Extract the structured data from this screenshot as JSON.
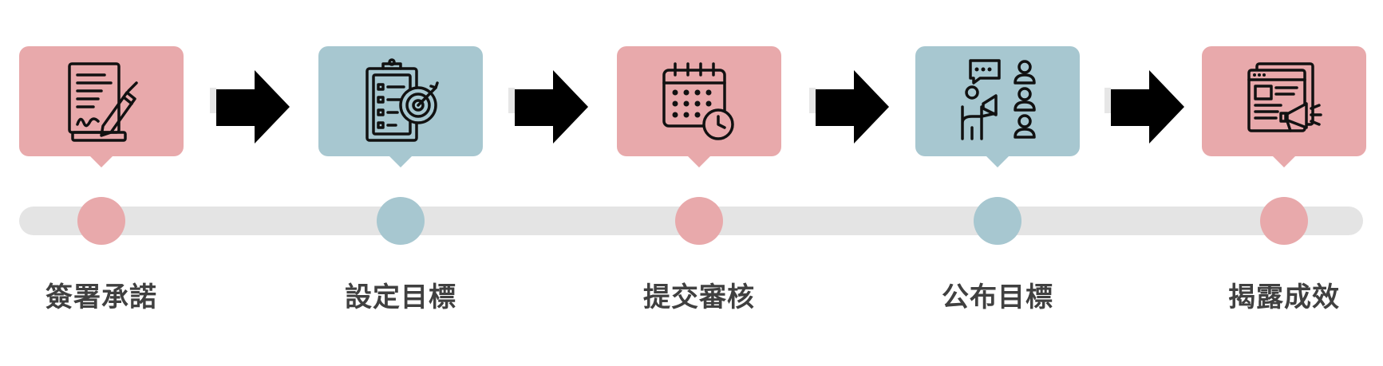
{
  "colors": {
    "pink": "#e8a9ab",
    "blue": "#a7c7d0",
    "track": "#e4e4e4",
    "arrow": "#000000",
    "icon": "#111111"
  },
  "steps": [
    {
      "label": "簽署承諾",
      "color": "pink",
      "icon": "signed-document-pen-icon"
    },
    {
      "label": "設定目標",
      "color": "blue",
      "icon": "clipboard-target-icon"
    },
    {
      "label": "提交審核",
      "color": "pink",
      "icon": "calendar-clock-icon"
    },
    {
      "label": "公布目標",
      "color": "blue",
      "icon": "presenter-megaphone-audience-icon"
    },
    {
      "label": "揭露成效",
      "color": "pink",
      "icon": "web-page-megaphone-icon"
    }
  ]
}
